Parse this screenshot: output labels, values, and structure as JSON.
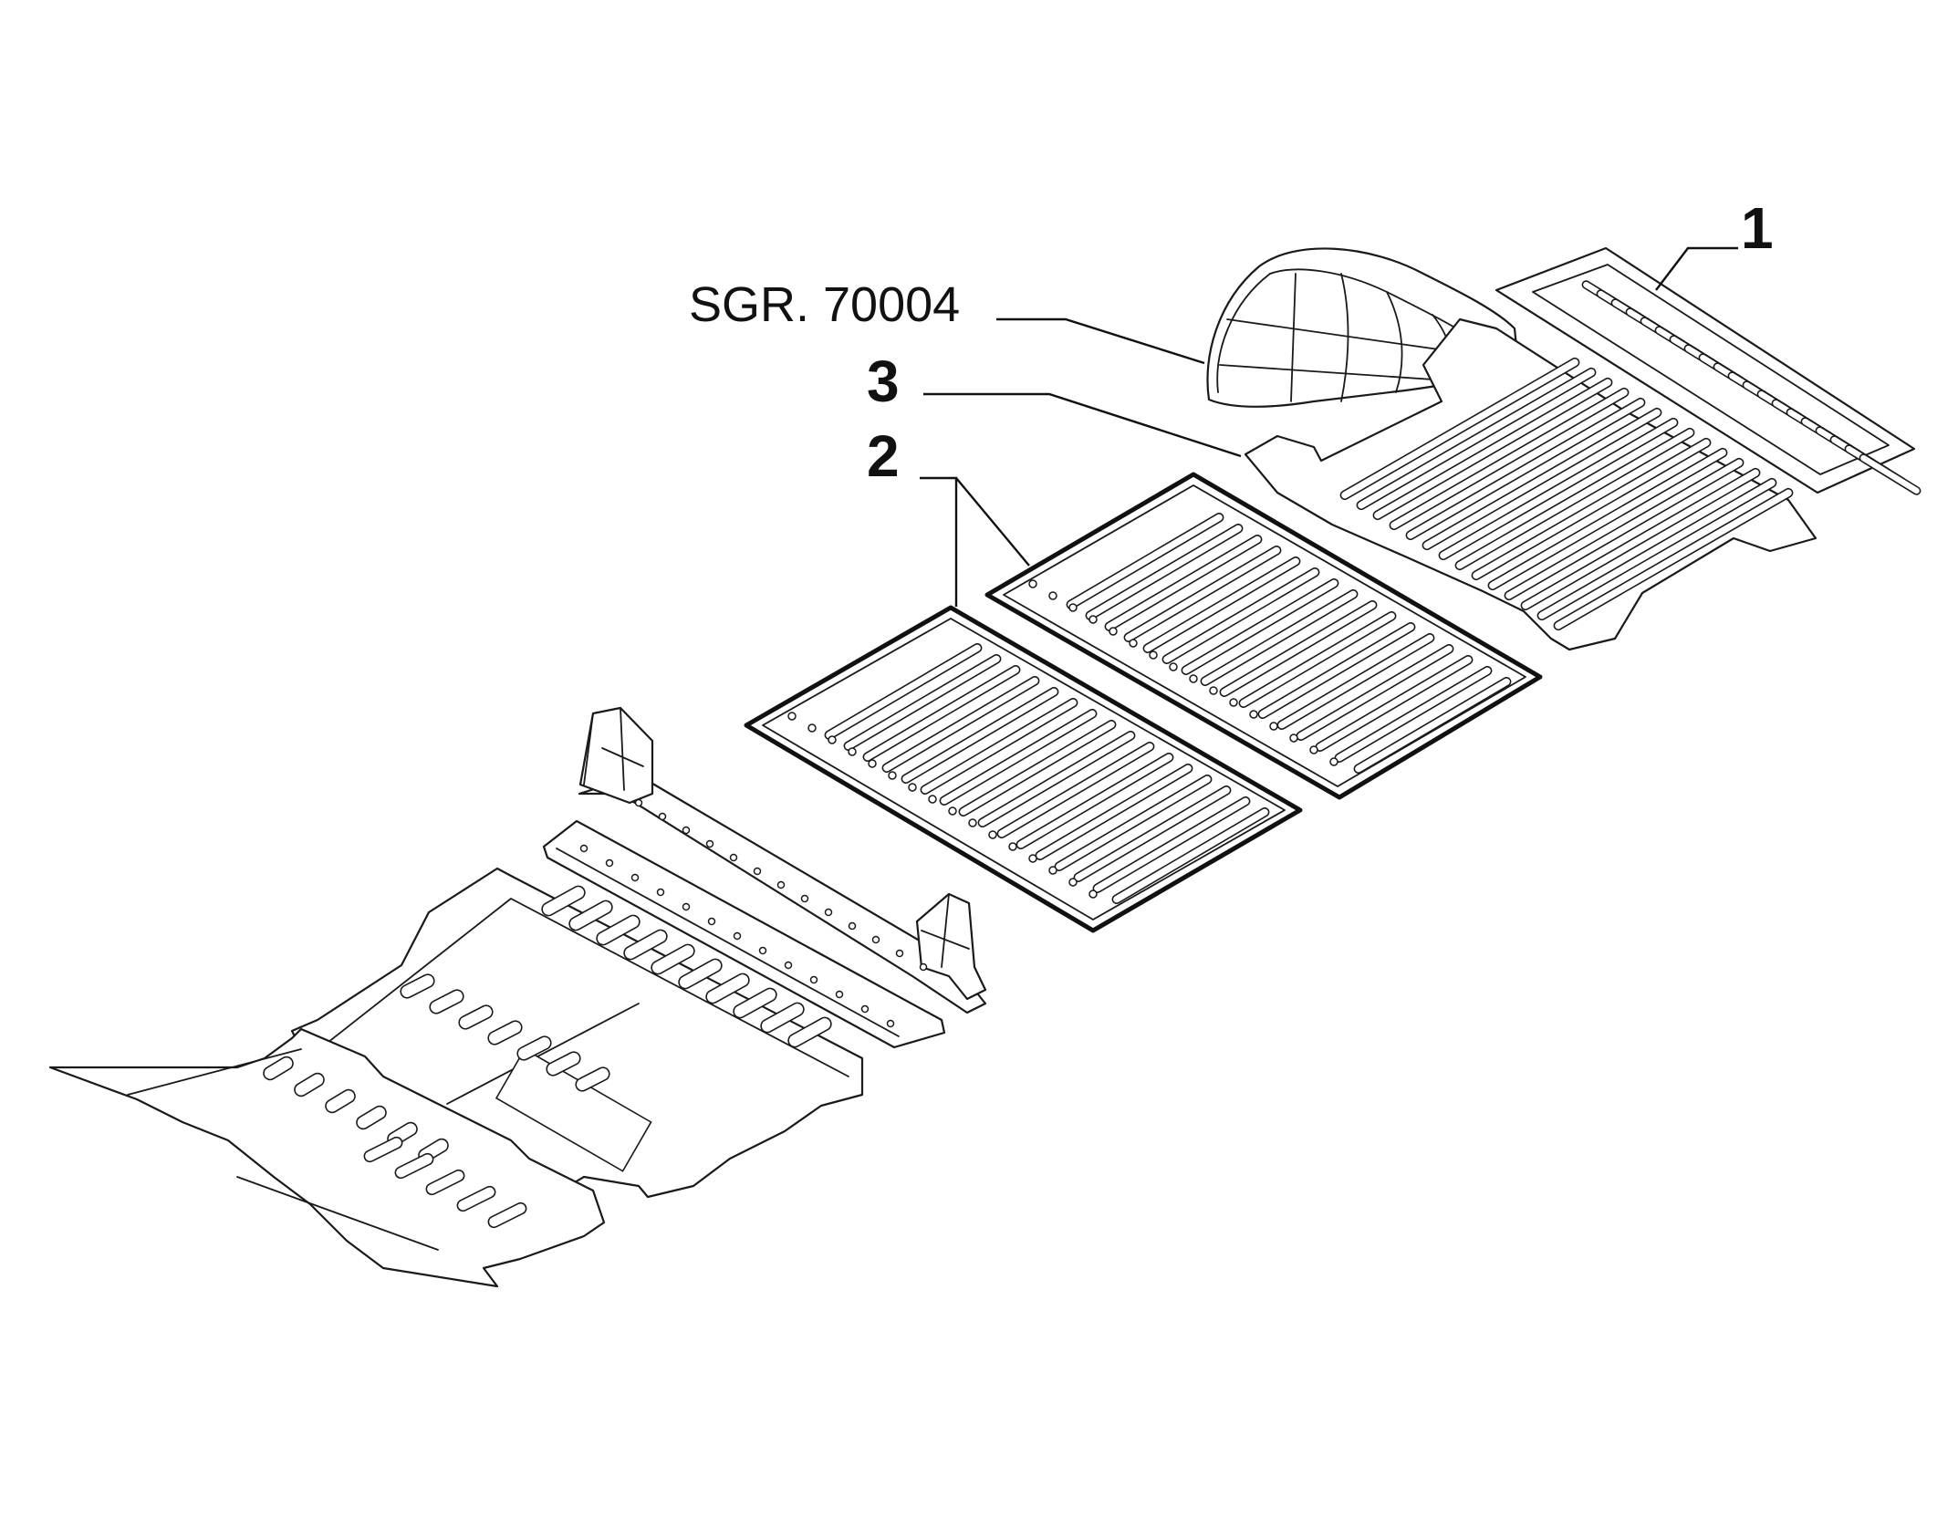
{
  "diagram": {
    "callouts": [
      {
        "id": "callout-1",
        "text": "1"
      },
      {
        "id": "callout-2",
        "text": "2"
      },
      {
        "id": "callout-3",
        "text": "3"
      }
    ],
    "reference": {
      "text": "SGR. 70004"
    }
  },
  "colors": {
    "line": "#1a1a1a",
    "background": "#ffffff"
  }
}
